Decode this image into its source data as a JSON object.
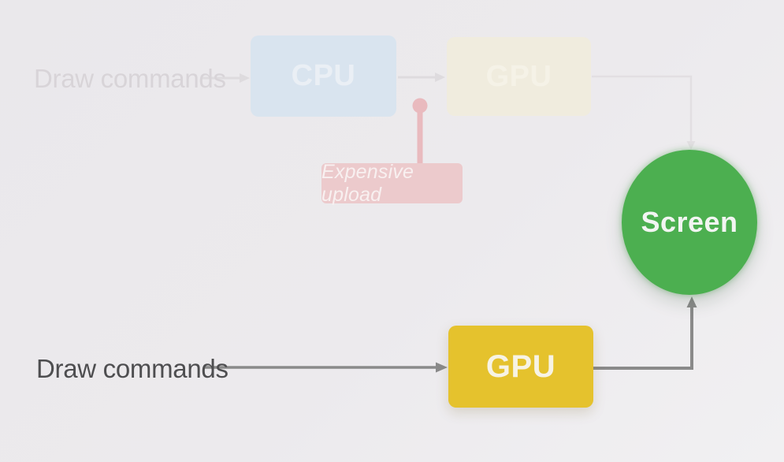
{
  "slide": {
    "faded_flow": {
      "input_label": "Draw commands",
      "cpu_label": "CPU",
      "gpu_label": "GPU",
      "annotation_label": "Expensive upload"
    },
    "active_flow": {
      "input_label": "Draw commands",
      "gpu_label": "GPU",
      "screen_label": "Screen"
    }
  },
  "colors": {
    "background_start": "#EAE8EB",
    "background_mid": "#ECEAED",
    "background_end": "#F1F0F2",
    "faded_text": "#D8D4D8",
    "faded_arrow": "#DEDBDE",
    "faded_path": "#E2DFE2",
    "cpu_box_blue": "#D9E4EF",
    "cpu_text": "#EAEFF5",
    "gpu_faded_box": "#F0ECDE",
    "gpu_faded_text": "#F5F2E7",
    "upload_pink": "#ECCACC",
    "upload_stem_pink": "#E9BABE",
    "upload_text": "#F8F0F0",
    "gpu_yellow": "#E5C22D",
    "gpu_text": "#F7F3E4",
    "screen_green": "#4CAF50",
    "screen_text": "#F2F5F2",
    "arrow_gray": "#8A8A8A",
    "active_text": "#4E4E50"
  }
}
